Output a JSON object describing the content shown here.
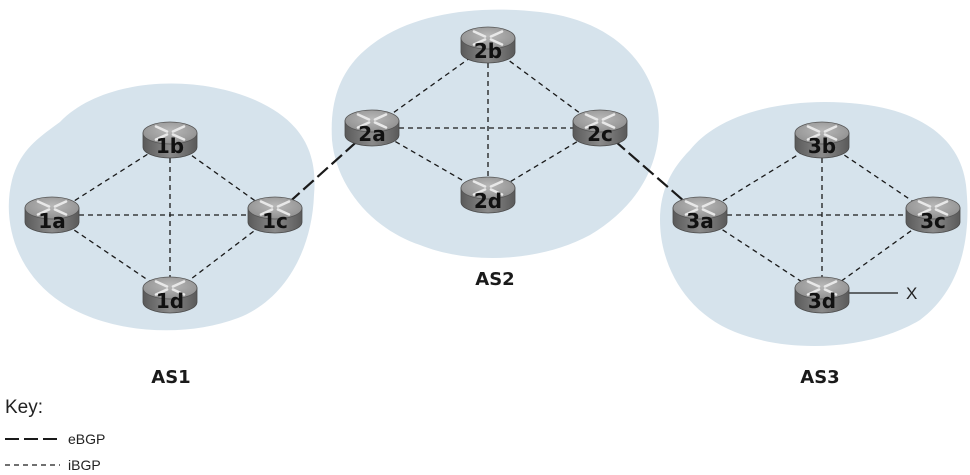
{
  "colors": {
    "as_region": "#d6e3ec",
    "router_top": "#9a9a9a",
    "router_side": "#6e6e6e",
    "router_mark": "#e8e8e8",
    "link": "#1a1a1a"
  },
  "autonomous_systems": [
    {
      "id": "as1",
      "label": "AS1"
    },
    {
      "id": "as2",
      "label": "AS2"
    },
    {
      "id": "as3",
      "label": "AS3"
    }
  ],
  "routers": [
    {
      "id": "1a",
      "label": "1a",
      "icon": "router-icon"
    },
    {
      "id": "1b",
      "label": "1b",
      "icon": "router-icon"
    },
    {
      "id": "1c",
      "label": "1c",
      "icon": "router-icon"
    },
    {
      "id": "1d",
      "label": "1d",
      "icon": "router-icon"
    },
    {
      "id": "2a",
      "label": "2a",
      "icon": "router-icon"
    },
    {
      "id": "2b",
      "label": "2b",
      "icon": "router-icon"
    },
    {
      "id": "2c",
      "label": "2c",
      "icon": "router-icon"
    },
    {
      "id": "2d",
      "label": "2d",
      "icon": "router-icon"
    },
    {
      "id": "3a",
      "label": "3a",
      "icon": "router-icon"
    },
    {
      "id": "3b",
      "label": "3b",
      "icon": "router-icon"
    },
    {
      "id": "3c",
      "label": "3c",
      "icon": "router-icon"
    },
    {
      "id": "3d",
      "label": "3d",
      "icon": "router-icon"
    }
  ],
  "links": {
    "ebgp": [
      [
        "1c",
        "2a"
      ],
      [
        "2c",
        "3a"
      ]
    ],
    "ibgp": [
      [
        "1a",
        "1b"
      ],
      [
        "1a",
        "1c"
      ],
      [
        "1a",
        "1d"
      ],
      [
        "1b",
        "1c"
      ],
      [
        "1b",
        "1d"
      ],
      [
        "1c",
        "1d"
      ],
      [
        "2a",
        "2b"
      ],
      [
        "2a",
        "2c"
      ],
      [
        "2a",
        "2d"
      ],
      [
        "2b",
        "2c"
      ],
      [
        "2b",
        "2d"
      ],
      [
        "2c",
        "2d"
      ],
      [
        "3a",
        "3b"
      ],
      [
        "3a",
        "3c"
      ],
      [
        "3a",
        "3d"
      ],
      [
        "3b",
        "3c"
      ],
      [
        "3b",
        "3d"
      ],
      [
        "3c",
        "3d"
      ]
    ]
  },
  "destination": {
    "attached_to": "3d",
    "label": "X"
  },
  "key": {
    "title": "Key:",
    "ebgp_label": "eBGP",
    "ibgp_label": "iBGP"
  }
}
